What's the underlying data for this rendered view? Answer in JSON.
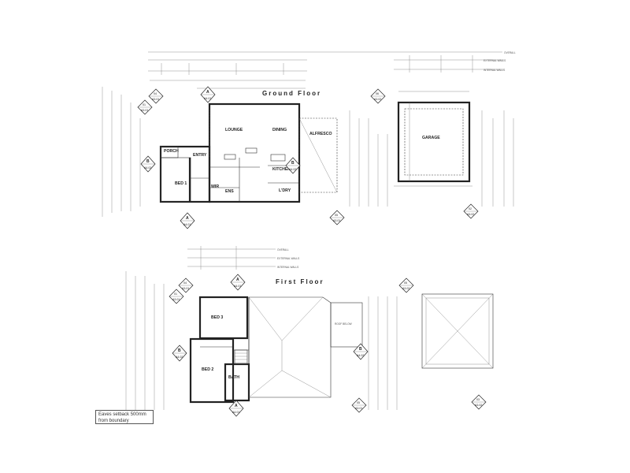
{
  "floors": {
    "ground_title": "Ground Floor",
    "first_title": "First Floor"
  },
  "ground_rooms": {
    "lounge": "LOUNGE",
    "dining": "DINING",
    "alfresco": "ALFRESCO",
    "porch": "PORCH",
    "entry": "ENTRY",
    "bed1": "BED 1",
    "wir": "WIR",
    "ens": "ENS",
    "kitchen": "KITCHEN",
    "ldry": "L'DRY",
    "garage": "GARAGE"
  },
  "first_rooms": {
    "bed3": "BED 3",
    "bed2": "BED 2",
    "bath": "BATH"
  },
  "section_tags": {
    "a_top_ground": {
      "letter": "A",
      "ref": "A4.01"
    },
    "a_bottom_ground": {
      "letter": "A",
      "ref": "A4.01"
    },
    "b_left_ground": {
      "letter": "B",
      "ref": "A4.02"
    },
    "b_right_ground": {
      "letter": "B",
      "ref": "A4.02"
    },
    "a_top_first": {
      "letter": "A",
      "ref": "A4.01"
    },
    "a_bottom_first": {
      "letter": "A",
      "ref": "A4.01"
    },
    "b_left_first": {
      "letter": "B",
      "ref": "A4.02"
    },
    "b_right_first": {
      "letter": "B",
      "ref": "A4.02"
    }
  },
  "elevation_tags": {
    "e04_ground": {
      "num": "04",
      "ref": "A3.01"
    },
    "e01_ground": {
      "num": "01",
      "ref": "A3.01"
    },
    "e06_garage": {
      "num": "06",
      "ref": "A3.02"
    },
    "e05_ground": {
      "num": "05",
      "ref": "A3.01"
    },
    "e02_garage": {
      "num": "02",
      "ref": "A3.02"
    },
    "e04_first": {
      "num": "04",
      "ref": "A3.01"
    },
    "e01_first": {
      "num": "01",
      "ref": "A3.01"
    },
    "e05_first": {
      "num": "05",
      "ref": "A3.01"
    },
    "e03_roof": {
      "num": "03",
      "ref": "A3.02"
    },
    "e05_first_right": {
      "num": "05",
      "ref": "A3.02"
    }
  },
  "dimension_labels": {
    "overall": "OVERALL",
    "external_walls": "EXTERNAL WALLS",
    "internal_walls": "INTERNAL WALLS",
    "roof_below": "ROOF BELOW"
  },
  "eaves_note": {
    "line1": "Eaves setback 500mm",
    "line2": "from boundary"
  }
}
